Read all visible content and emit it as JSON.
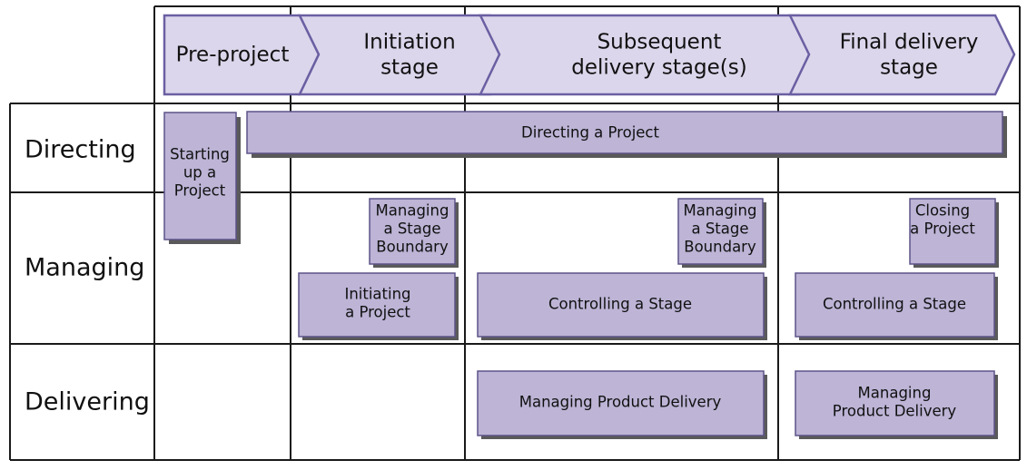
{
  "stages": [
    {
      "lines": [
        "Pre-project"
      ]
    },
    {
      "lines": [
        "Initiation",
        "stage"
      ]
    },
    {
      "lines": [
        "Subsequent",
        "delivery stage(s)"
      ]
    },
    {
      "lines": [
        "Final delivery",
        "stage"
      ]
    }
  ],
  "rows": {
    "directing": "Directing",
    "managing": "Managing",
    "delivering": "Delivering"
  },
  "processes": {
    "starting_up": [
      "Starting",
      "up a",
      "Project"
    ],
    "directing": [
      "Directing a Project"
    ],
    "msb_initiation": [
      "Managing",
      "a Stage",
      "Boundary"
    ],
    "msb_subsequent": [
      "Managing",
      "a Stage",
      "Boundary"
    ],
    "closing": [
      "Closing",
      "a Project"
    ],
    "initiating": [
      "Initiating",
      "a Project"
    ],
    "controlling_subsequent": [
      "Controlling a Stage"
    ],
    "controlling_final": [
      "Controlling a Stage"
    ],
    "mpd_subsequent": [
      "Managing Product Delivery"
    ],
    "mpd_final": [
      "Managing",
      "Product Delivery"
    ]
  }
}
